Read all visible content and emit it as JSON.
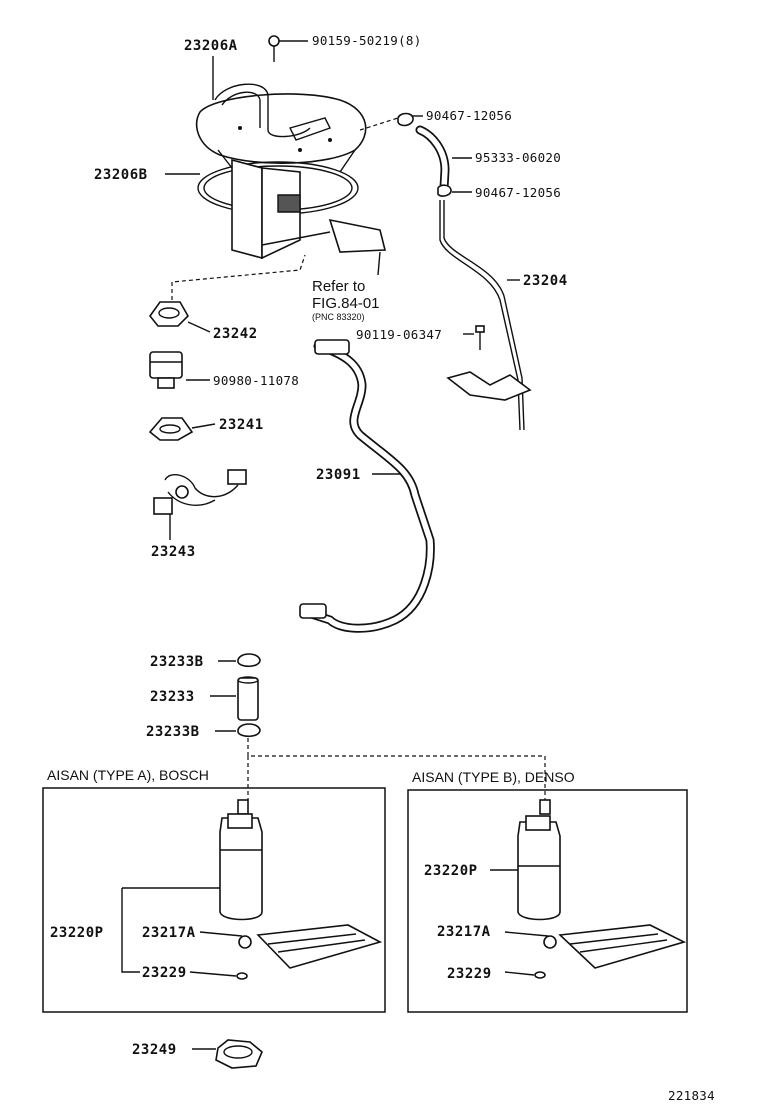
{
  "labels": {
    "l23206A": "23206A",
    "l90159": "90159-50219(8)",
    "l90467a": "90467-12056",
    "l95333": "95333-06020",
    "l90467b": "90467-12056",
    "l23206B": "23206B",
    "l23204": "23204",
    "refer_to": "Refer to",
    "fig": "FIG.84-01",
    "pnc": "(PNC 83320)",
    "l90119": "90119-06347",
    "l23242": "23242",
    "l90980": "90980-11078",
    "l23241": "23241",
    "l23091": "23091",
    "l23243": "23243",
    "l23233B_top": "23233B",
    "l23233": "23233",
    "l23233B_bot": "23233B",
    "l23249": "23249",
    "footer_id": "221834"
  },
  "box_a": {
    "title": "AISAN (TYPE A), BOSCH",
    "l23220P": "23220P",
    "l23217A": "23217A",
    "l23229": "23229"
  },
  "box_b": {
    "title": "AISAN (TYPE B), DENSO",
    "l23220P": "23220P",
    "l23217A": "23217A",
    "l23229": "23229"
  }
}
